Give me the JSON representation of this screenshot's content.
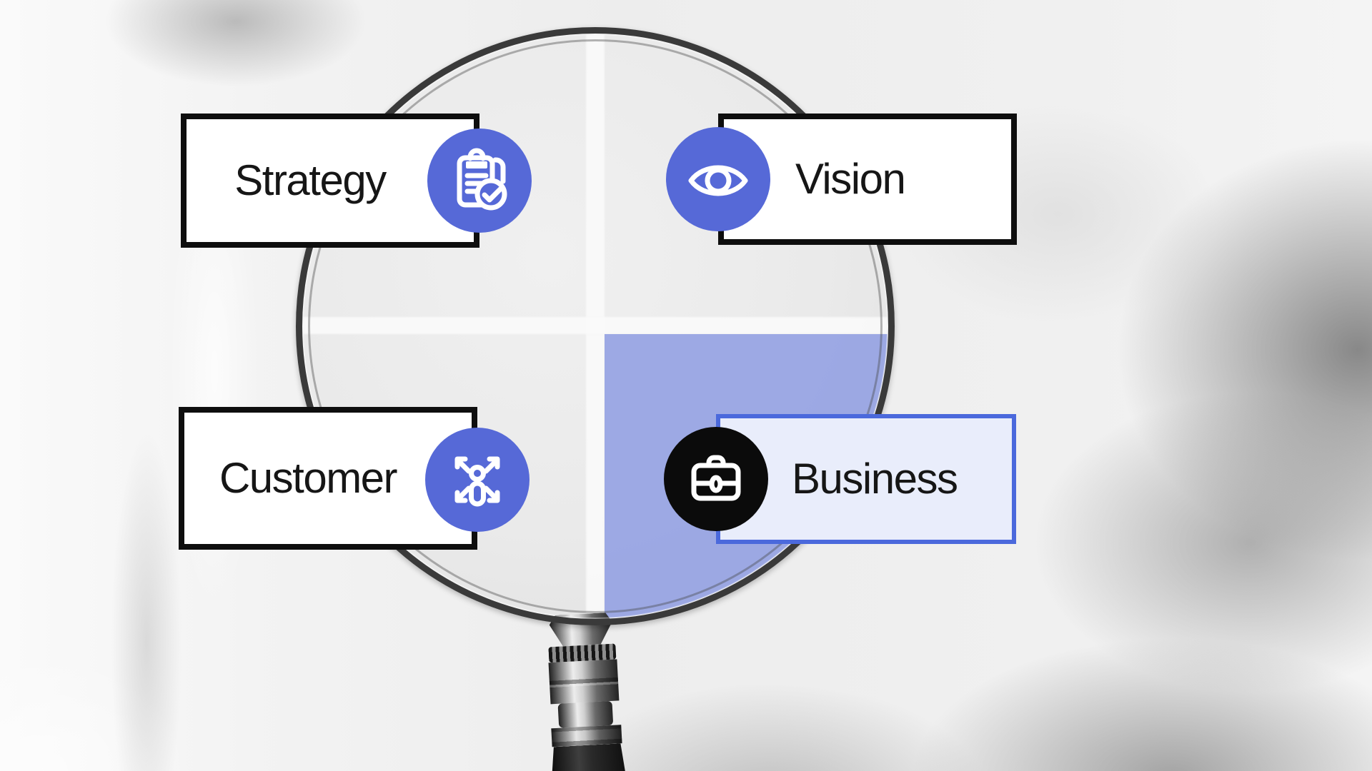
{
  "illustration": {
    "description": "Magnifying glass over four business concept cards on a blurred grayscale photo",
    "magnifier": {
      "highlighted_quadrant": "bottom-right",
      "highlight_color": "#99A6E3",
      "divider_color": "#FAFAFA"
    }
  },
  "cards": [
    {
      "label": "Strategy",
      "icon": "clipboard-check-icon",
      "style": "outline",
      "icon_circle_color": "#5669D7"
    },
    {
      "label": "Vision",
      "icon": "eye-icon",
      "style": "outline",
      "icon_circle_color": "#5669D7"
    },
    {
      "label": "Customer",
      "icon": "person-expand-icon",
      "style": "outline",
      "icon_circle_color": "#5669D7"
    },
    {
      "label": "Business",
      "icon": "briefcase-icon",
      "style": "highlighted",
      "icon_circle_color": "#0B0B0B",
      "card_fill": "#E9EDFB",
      "card_border": "#4B69DC"
    }
  ],
  "colors": {
    "card_border_dark": "#0E0E0E",
    "accent_blue": "#5669D7",
    "highlight_border": "#4B69DC",
    "highlight_fill": "#E9EDFB",
    "quadrant_fill": "#99A6E3",
    "text": "#161616",
    "icon_stroke": "#FFFFFF"
  }
}
